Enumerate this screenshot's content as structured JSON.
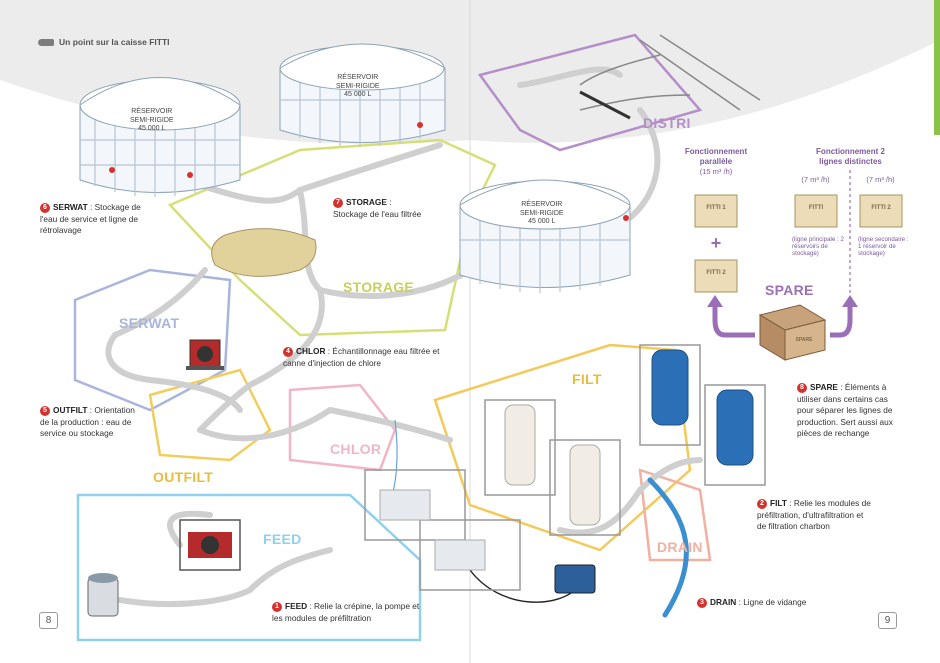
{
  "header": {
    "title": "Un point sur la caisse FITTI"
  },
  "tanks": [
    {
      "line1": "RÉSERVOIR",
      "line2": "SEMI-RIGIDE",
      "line3": "45 000 L"
    },
    {
      "line1": "RÉSERVOIR",
      "line2": "SEMI-RIGIDE",
      "line3": "45 000 L"
    },
    {
      "line1": "RÉSERVOIR",
      "line2": "SEMI-RIGIDE",
      "line3": "45 000 L"
    }
  ],
  "zones": {
    "distri": "DISTRI",
    "storage": "STORAGE",
    "serwat": "SERWAT",
    "outfilt": "OUTFILT",
    "chlor": "CHLOR",
    "filt": "FILT",
    "feed": "FEED",
    "drain": "DRAIN",
    "spare": "SPARE"
  },
  "notes": [
    {
      "num": "1",
      "name": "FEED",
      "text": " : Relie la crépine, la pompe et les modules de préfiltration"
    },
    {
      "num": "2",
      "name": "FILT",
      "text": " : Relie les modules de préfiltration, d'ultrafiltration et de filtration charbon"
    },
    {
      "num": "3",
      "name": "DRAIN",
      "text": " : Ligne de vidange"
    },
    {
      "num": "4",
      "name": "CHLOR",
      "text": " : Échantillonnage eau filtrée et canne d'injection de chlore"
    },
    {
      "num": "5",
      "name": "OUTFILT",
      "text": " : Orientation de la production : eau de service ou stockage"
    },
    {
      "num": "6",
      "name": "SERWAT",
      "text": " : Stockage de l'eau de service et ligne de rétrolavage"
    },
    {
      "num": "7",
      "name": "STORAGE",
      "text": " : Stockage de l'eau filtrée"
    },
    {
      "num": "8",
      "name": "SPARE",
      "text": " : Éléments à utiliser dans certains cas pour séparer les lignes de production. Sert aussi aux pièces de rechange"
    }
  ],
  "modes": {
    "parallel_title": "Fonctionnement parallèle",
    "parallel_sub": "(15 m³ /h)",
    "distinct_title": "Fonctionnement 2 lignes distinctes",
    "distinct_sub_left": "(7 m³ /h)",
    "distinct_sub_right": "(7 m³ /h)",
    "main_line": "(ligne principale : 2 réservoirs de stockage)",
    "secondary_line": "(ligne secondaire : 1 réservoir de stockage)"
  },
  "crates": {
    "c1": "FITTI 1",
    "c2": "FITTI 2",
    "c3": "FITTI",
    "c4": "FITTI 2",
    "box": "SPARE"
  },
  "pages": {
    "left": "8",
    "right": "9"
  },
  "colors": {
    "distri": "#b48fc9",
    "storage": "#d6df77",
    "serwat": "#a9b5dd",
    "outfilt": "#f1cd5b",
    "chlor": "#f1b6c6",
    "filt": "#f3c95a",
    "feed": "#8fd0ec",
    "drain": "#f1b0a0",
    "spare": "#9b6fb8",
    "accent_red": "#d6322d"
  }
}
